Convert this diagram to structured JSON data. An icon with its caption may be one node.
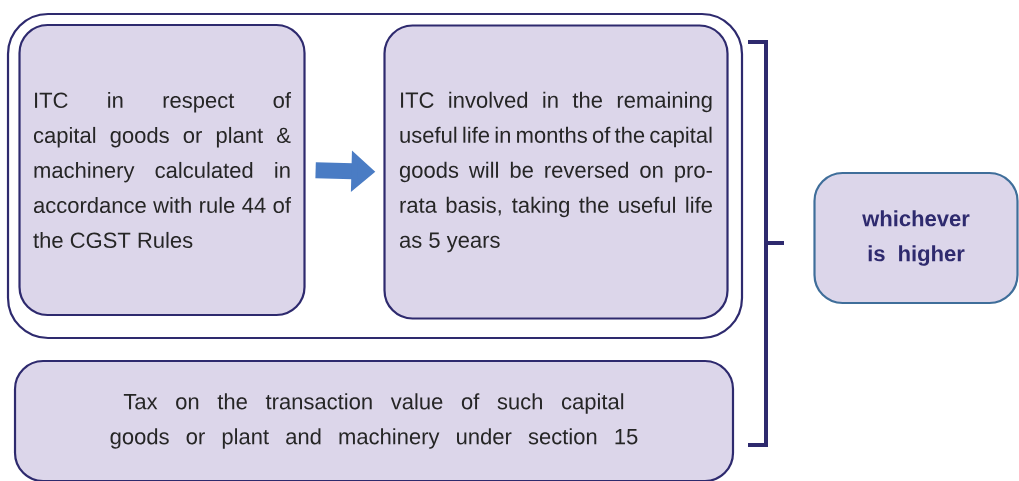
{
  "diagram": {
    "nodes": [
      {
        "text": [],
        "shape": "box"
      },
      {
        "text": [
          "ITC in respect of capital goods or plant & machinery calculated in accordance with rule 44 of the CGST Rules"
        ],
        "in": 0
      },
      {
        "text": [
          "ITC involved in the remaining useful life in months of the capital goods will be reversed on pro-rata basis, taking the useful life as 5 years"
        ],
        "in": 0
      },
      {
        "text": [
          "Tax on the transaction value of such capital goods or plant and machinery under section 15"
        ]
      },
      {
        "text": [
          "whichever is higher"
        ]
      }
    ],
    "edges": [
      {
        "from": 1,
        "to": 2,
        "arrow": "to"
      }
    ]
  }
}
